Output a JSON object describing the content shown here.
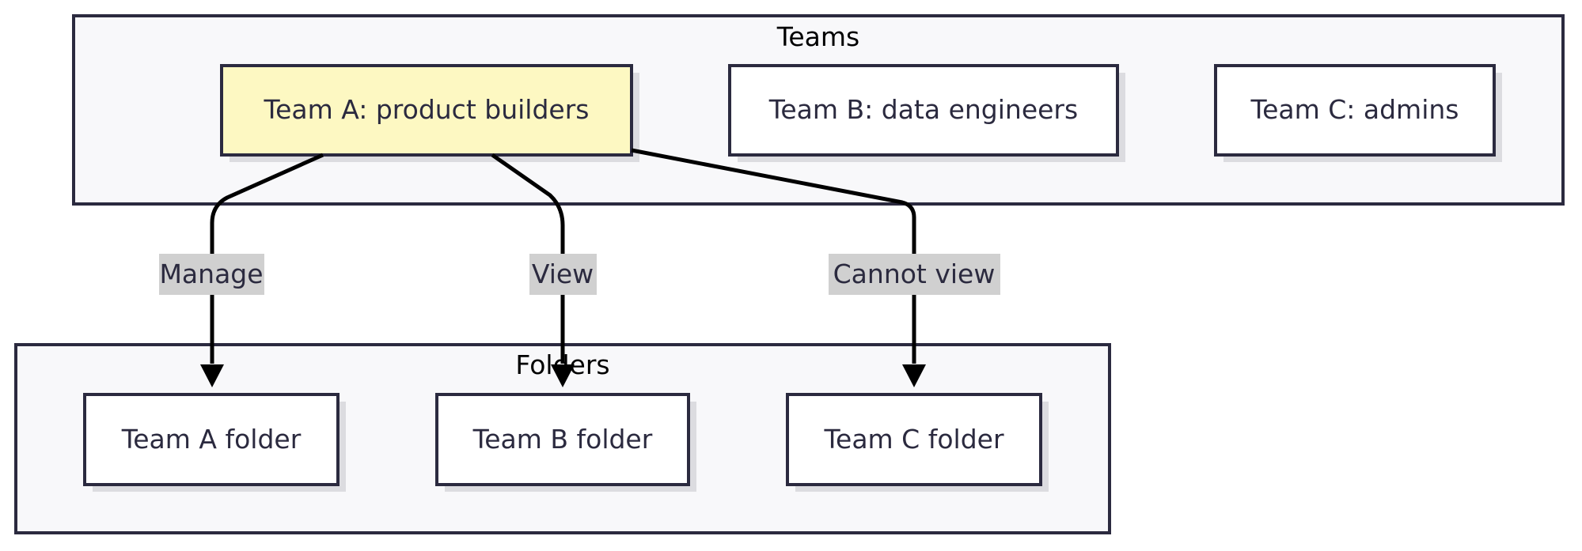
{
  "clusters": {
    "teams": {
      "label": "Teams"
    },
    "folders": {
      "label": "Folders"
    }
  },
  "nodes": {
    "team_a": {
      "label": "Team A: product builders",
      "highlighted": true,
      "highlight_color": "#fdf8c2"
    },
    "team_b": {
      "label": "Team B: data engineers"
    },
    "team_c": {
      "label": "Team C: admins"
    },
    "folder_a": {
      "label": "Team A folder"
    },
    "folder_b": {
      "label": "Team B folder"
    },
    "folder_c": {
      "label": "Team C folder"
    }
  },
  "edges": [
    {
      "from": "team_a",
      "to": "folder_a",
      "label": "Manage"
    },
    {
      "from": "team_a",
      "to": "folder_b",
      "label": "View"
    },
    {
      "from": "team_a",
      "to": "folder_c",
      "label": "Cannot view"
    }
  ],
  "colors": {
    "stroke": "#2b2a3f",
    "cluster_fill": "#f8f8fa",
    "node_fill": "#ffffff",
    "edge_label_bg": "#d0d0d0"
  }
}
